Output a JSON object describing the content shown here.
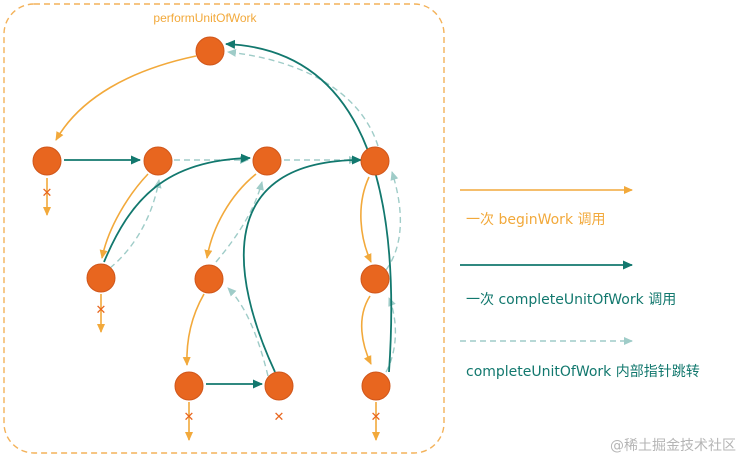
{
  "diagram": {
    "title": "performUnitOfWork",
    "colors": {
      "node": "#e8661f",
      "node_stroke": "#d0561a",
      "begin": "#f2a93b",
      "complete": "#12786e",
      "pointer": "#9fccc8",
      "frame": "#f3b25a",
      "cross": "#e8661f",
      "watermark": "#b5b5b5"
    },
    "nodes": [
      {
        "id": "root"
      },
      {
        "id": "a1"
      },
      {
        "id": "a2"
      },
      {
        "id": "a3"
      },
      {
        "id": "a4"
      },
      {
        "id": "b1"
      },
      {
        "id": "b3"
      },
      {
        "id": "b4"
      },
      {
        "id": "c3"
      },
      {
        "id": "c4"
      },
      {
        "id": "d3"
      }
    ],
    "leaf_marks": [
      "a1",
      "b1",
      "c3",
      "c4"
    ],
    "cross_symbol": "✕"
  },
  "legend": {
    "begin": "一次 beginWork 调用",
    "complete": "一次 completeUnitOfWork 调用",
    "pointer": "completeUnitOfWork 内部指针跳转"
  },
  "watermark": "@稀土掘金技术社区"
}
